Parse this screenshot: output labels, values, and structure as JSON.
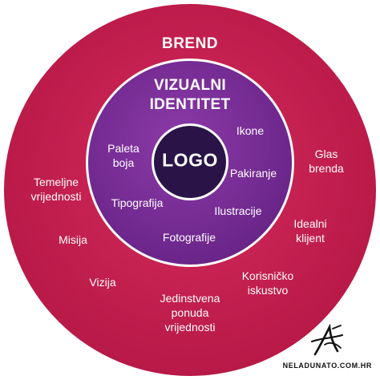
{
  "colors": {
    "outer_ring": "#c41e4f",
    "outer_ring_dark": "#a81744",
    "inner_ring": "#7b2d97",
    "inner_ring_dark": "#5e1f82",
    "core": "#2a1447",
    "text": "#ffffff"
  },
  "brand": {
    "title": "BREND",
    "items": [
      "Glas\nbrenda",
      "Idealni\nklijent",
      "Korisničko\niskustvo",
      "Jedinstvena\nponuda\nvrijednosti",
      "Vizija",
      "Misija",
      "Temeljne\nvrijednosti"
    ]
  },
  "visual_identity": {
    "title": "VIZUALNI\nIDENTITET",
    "items": [
      "Ikone",
      "Pakiranje",
      "Ilustracije",
      "Fotografije",
      "Tipografija",
      "Paleta\nboja"
    ]
  },
  "core": {
    "label": "LOGO"
  },
  "footer": {
    "site": "NELADUNATO.COM.HR",
    "logo_icon": "signature-logo-icon"
  }
}
